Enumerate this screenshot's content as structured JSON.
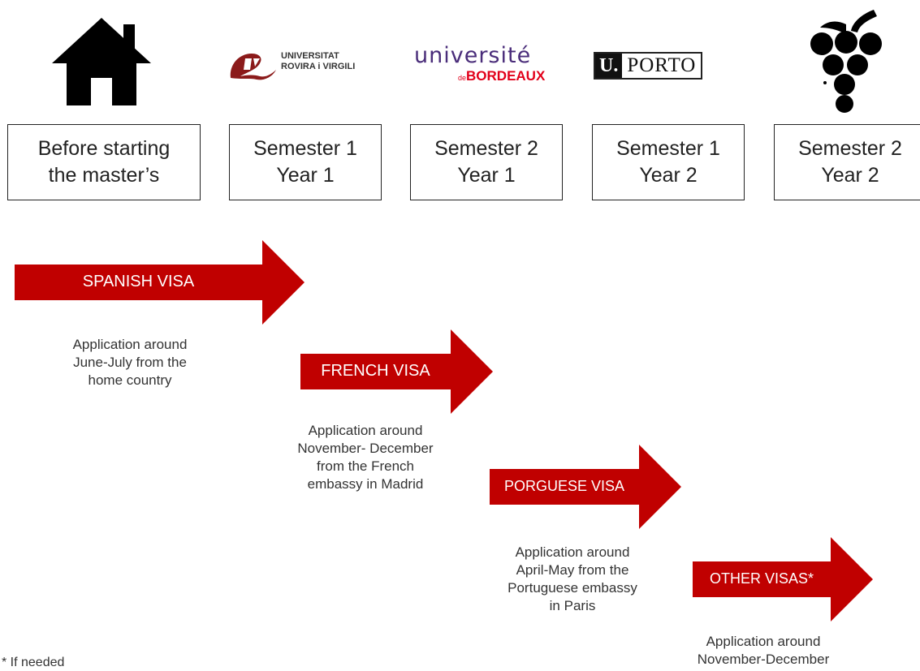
{
  "stages": [
    {
      "line1": "Before starting",
      "line2": "the master’s"
    },
    {
      "line1": "Semester 1",
      "line2": "Year 1"
    },
    {
      "line1": "Semester 2",
      "line2": "Year 1"
    },
    {
      "line1": "Semester 1",
      "line2": "Year 2"
    },
    {
      "line1": "Semester 2",
      "line2": "Year 2"
    }
  ],
  "logos": {
    "urv": {
      "line1": "UNIVERSITAT",
      "line2": "ROVIRA i VIRGILI"
    },
    "bordeaux": {
      "line1": "université",
      "prefix": "de",
      "line2": "BORDEAUX"
    },
    "porto": {
      "u": "U.",
      "name": "PORTO"
    }
  },
  "icons": {
    "home": "house-icon",
    "wine": "grape-icon"
  },
  "colors": {
    "arrow": "#c00000",
    "arrow_dark": "#8b0000"
  },
  "visas": [
    {
      "label": "SPANISH VISA",
      "note": [
        "Application around",
        "June-July from the",
        "home country"
      ]
    },
    {
      "label": "FRENCH VISA",
      "note": [
        "Application around",
        "November- December",
        "from the French",
        "embassy in Madrid"
      ]
    },
    {
      "label": "PORGUESE VISA",
      "note": [
        "Application around",
        "April-May from the",
        "Portuguese embassy",
        "in Paris"
      ]
    },
    {
      "label": "OTHER VISAS*",
      "note": [
        "Application around",
        "November-December"
      ]
    }
  ],
  "footnote": "* If needed"
}
